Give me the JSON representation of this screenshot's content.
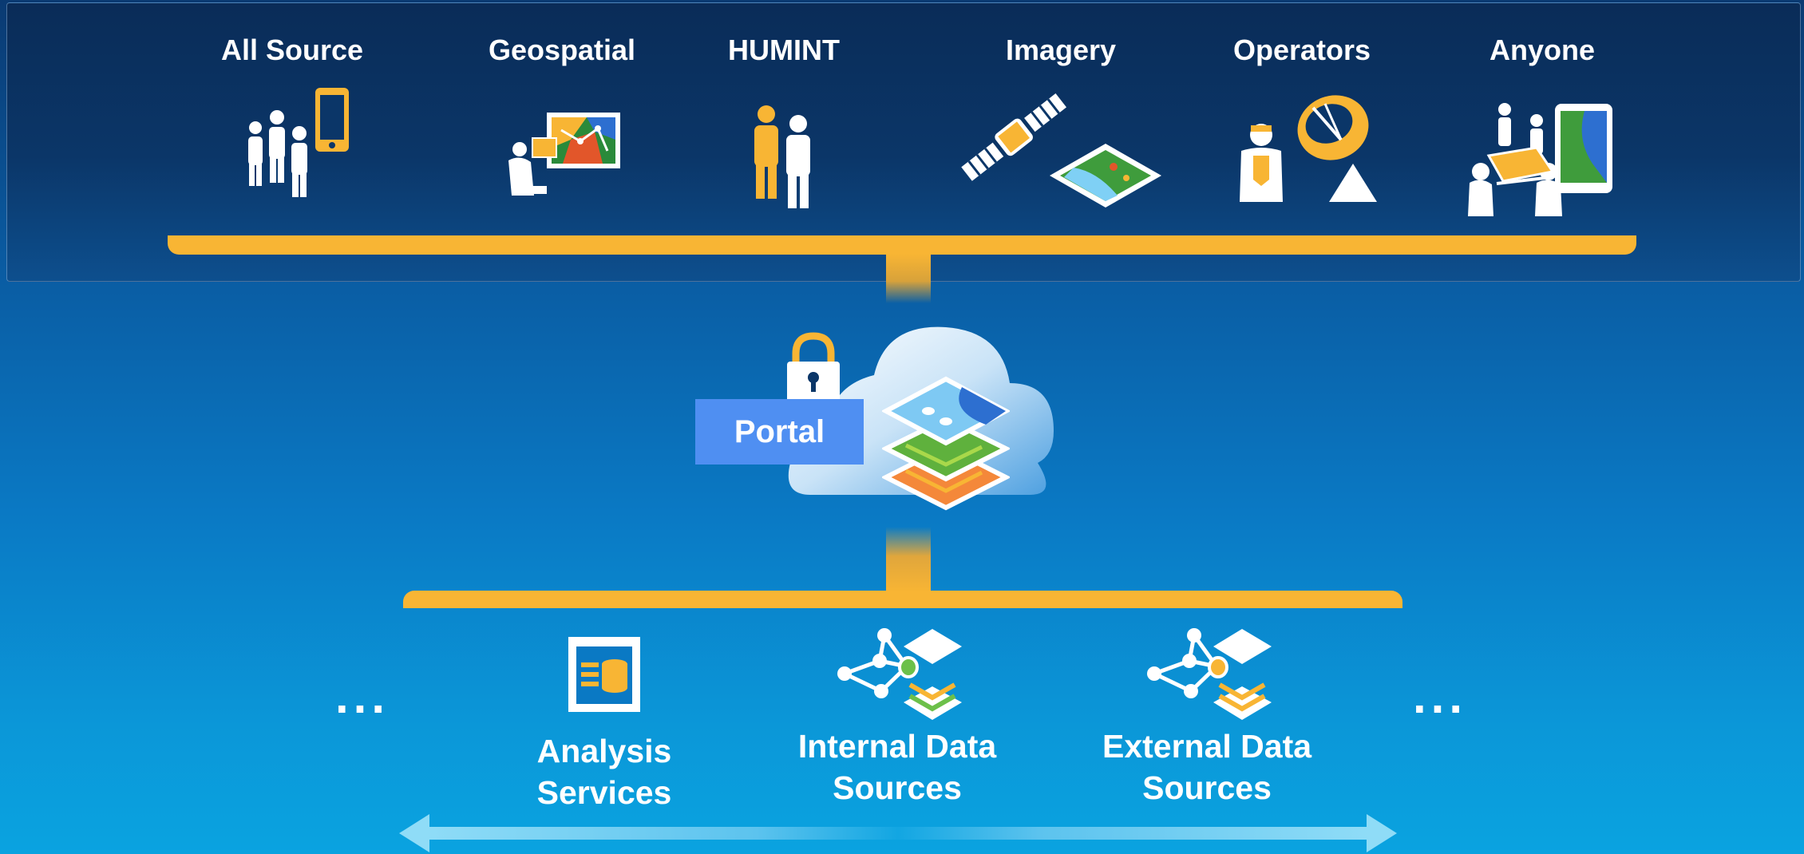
{
  "users": {
    "all_source": "All Source",
    "geospatial": "Geospatial",
    "humint": "HUMINT",
    "imagery": "Imagery",
    "operators": "Operators",
    "anyone": "Anyone"
  },
  "portal": {
    "label": "Portal"
  },
  "sources": {
    "analysis": [
      "Analysis",
      "Services"
    ],
    "internal": [
      "Internal Data",
      "Sources"
    ],
    "external": [
      "External Data",
      "Sources"
    ],
    "ellipsis": "..."
  },
  "colors": {
    "accent": "#f8b534",
    "portal_box": "#4f8ff2",
    "icon_white": "#ffffff",
    "arrow": "#8fdcf7"
  }
}
